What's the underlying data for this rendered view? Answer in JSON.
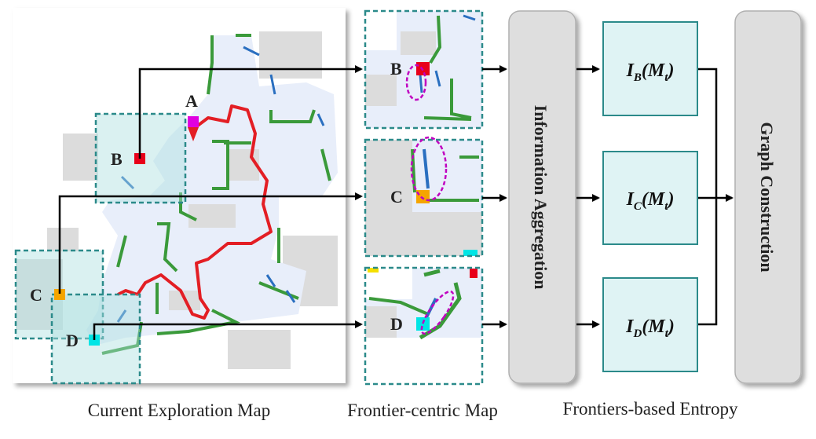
{
  "labels": {
    "a": "A",
    "b": "B",
    "c": "C",
    "d": "D"
  },
  "captions": {
    "map": "Current Exploration Map",
    "frontier": "Frontier-centric Map",
    "entropy": "Frontiers-based Entropy"
  },
  "blocks": {
    "aggregation": "Information Aggregation",
    "graph": "Graph Construction"
  },
  "entropy": {
    "b": {
      "main": "I",
      "sub1": "B",
      "open": "(M",
      "sub2": "t",
      "close": ")"
    },
    "c": {
      "main": "I",
      "sub1": "C",
      "open": "(M",
      "sub2": "t",
      "close": ")"
    },
    "d": {
      "main": "I",
      "sub1": "D",
      "open": "(M",
      "sub2": "t",
      "close": ")"
    }
  },
  "colors": {
    "explored": "#e8eefa",
    "obstacle": "#dcdcdc",
    "wall": "#3a9a3a",
    "frontier": "#2a6fc0",
    "trajectory": "#e31e24",
    "agent": "#e000e0",
    "marker_b": "#e8001a",
    "marker_c": "#f5a500",
    "marker_d": "#00e5e5",
    "highlight": "#c000c0",
    "box_fill": "#dff3f4",
    "box_stroke": "#2b8a8a",
    "block_fill": "#dedede"
  }
}
